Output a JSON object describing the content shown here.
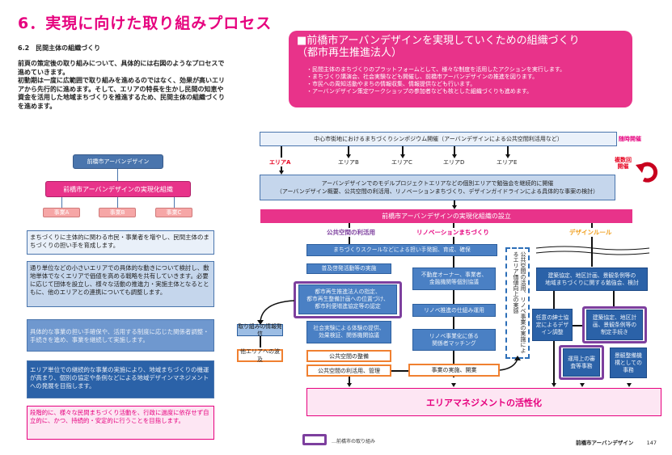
{
  "page": {
    "title": "6．実現に向けた取り組みプロセス",
    "section": "6.2　民間主体の組織づくり",
    "intro": "前頁の策定後の取り組みについて、具体的には右図のようなプロセスで\n進めていきます。\n初動期は一度に広範囲で取り組みを進めるのではなく、効果が高いエリ\nアから先行的に進めます。そして、エリアの特長を生かし民間の知恵や\n資金を活用した地域まちづくりを推進するため、民間主体の組織づくり\nを進めます。"
  },
  "panel": {
    "heading": "■前橋市アーバンデザインを実現していくための組織づくり\n（都市再生推進法人）",
    "bullets": [
      "・民間主体のまちづくりのプラットフォームとして、様々な制度を活用したアクションを実行します。",
      "・まちづくり講演会、社会実験なども開催し、前橋市アーバンデザインの推進を図ります。",
      "・市民への周知活動やまちの情報収集、情報提供なども行います。",
      "・アーバンデザイン策定ワークショップの参加者なども核とした組織づくりも進めます。"
    ]
  },
  "org": {
    "top": "前橋市アーバンデザイン",
    "mid": "前橋市アーバンデザインの実現化組織",
    "projects": [
      "事業A",
      "事業B",
      "事業C"
    ]
  },
  "steps": [
    "まちづくりに主体的に関わる市民・事業者を増やし、民間主体のまちづくりの担い手を育成します。",
    "通り単位などの小さいエリアでの具体的な動きについて検討し、敷地単体でなくエリアで価値を高める戦略を共有していきます。必要に応じて団体を設立し、様々な活動の推進力・実施主体となるとともに、他のエリアとの連携についても調整します。",
    "具体的な事業の担い手確保や、活用する制度に応じた関係者調整・手続きを進め、事業を継続して実施します。",
    "エリア単位での継続的な事業の実施により、地域まちづくりの機運が高まり、個別の協定や条例などによる地域デザインマネジメントへの発展を目指します。",
    "段階的に、様々な民間まちづくり活動を、行政に過度に依存せず自立的に、かつ、持続的・安定的に行うことを目指します。"
  ],
  "flow": {
    "symposium": "中心市街地におけるまちづくりシンポジウム開催（アーバンデザインによる公共空間利活用など）",
    "symposium_note": "随時開催",
    "areas": [
      "エリアA",
      "エリアB",
      "エリアC",
      "エリアD",
      "エリアE"
    ],
    "repeat_note": "複数回\n開催",
    "study": "アーバンデザインでのモデルプロジェクトエリアなどの個別エリアで勉強会を継続的に開催\n（アーバンデザイン概要、公共空間の利活用、リノベーションまちづくり、デザインガイドラインによる具体的な事案の検討）",
    "setup": "前橋市アーバンデザインの実現化組織の設立",
    "col_public": "公共空間の利活用",
    "col_renov": "リノベーションまちづくり",
    "col_design": "デザインルール",
    "school": "まちづくりスクールなどによる担い手発掘、育成、確保",
    "public": {
      "promo": "普及啓発活動等の実施",
      "designation": "都市再生推進法人の指定、\n都市再生整備計画への位置づけ、\n都市利便増進協定等の認定",
      "experiment": "社会実験による体験の提供、\n効果検証、関係機関協議",
      "develop": "公共空間の整備",
      "manage": "公共空間の利活用、管理",
      "info": "取り組みの情報発信",
      "spread": "他エリアへの波及"
    },
    "renov": {
      "owners": "不動産オーナー、事業者、\n金融機関等個別協議",
      "scheme": "リノベ推進の仕組み運用",
      "matching": "リノベ事業化に係る\n関係者マッチング",
      "launch": "事業の実施、開業"
    },
    "dashed_note": "公共空間の活用、リノベ事業の実施によるエリア価値向上の実感",
    "design": {
      "study": "建築協定、地区計画、景観条例等の\n地域まちづくりに関する勉強会、検討",
      "voluntary": "任意の紳士協\n定によるデザ\nイン調整",
      "enact": "建築協定、地区計\n画、景観条例等の\n制定手続き",
      "review": "運用上の審\n査等事務",
      "landscape": "景観整備機\n構としての\n事務"
    },
    "outcome": "エリアマネジメントの活性化"
  },
  "legend": {
    "text": "…前橋市の取り組み"
  },
  "footer": {
    "doc": "前橋市アーバンデザイン",
    "page": "147"
  },
  "colors": {
    "accent": "#e6007e",
    "blue": "#4a75ad",
    "purple": "#7d3f9e",
    "orange": "#f08030"
  }
}
